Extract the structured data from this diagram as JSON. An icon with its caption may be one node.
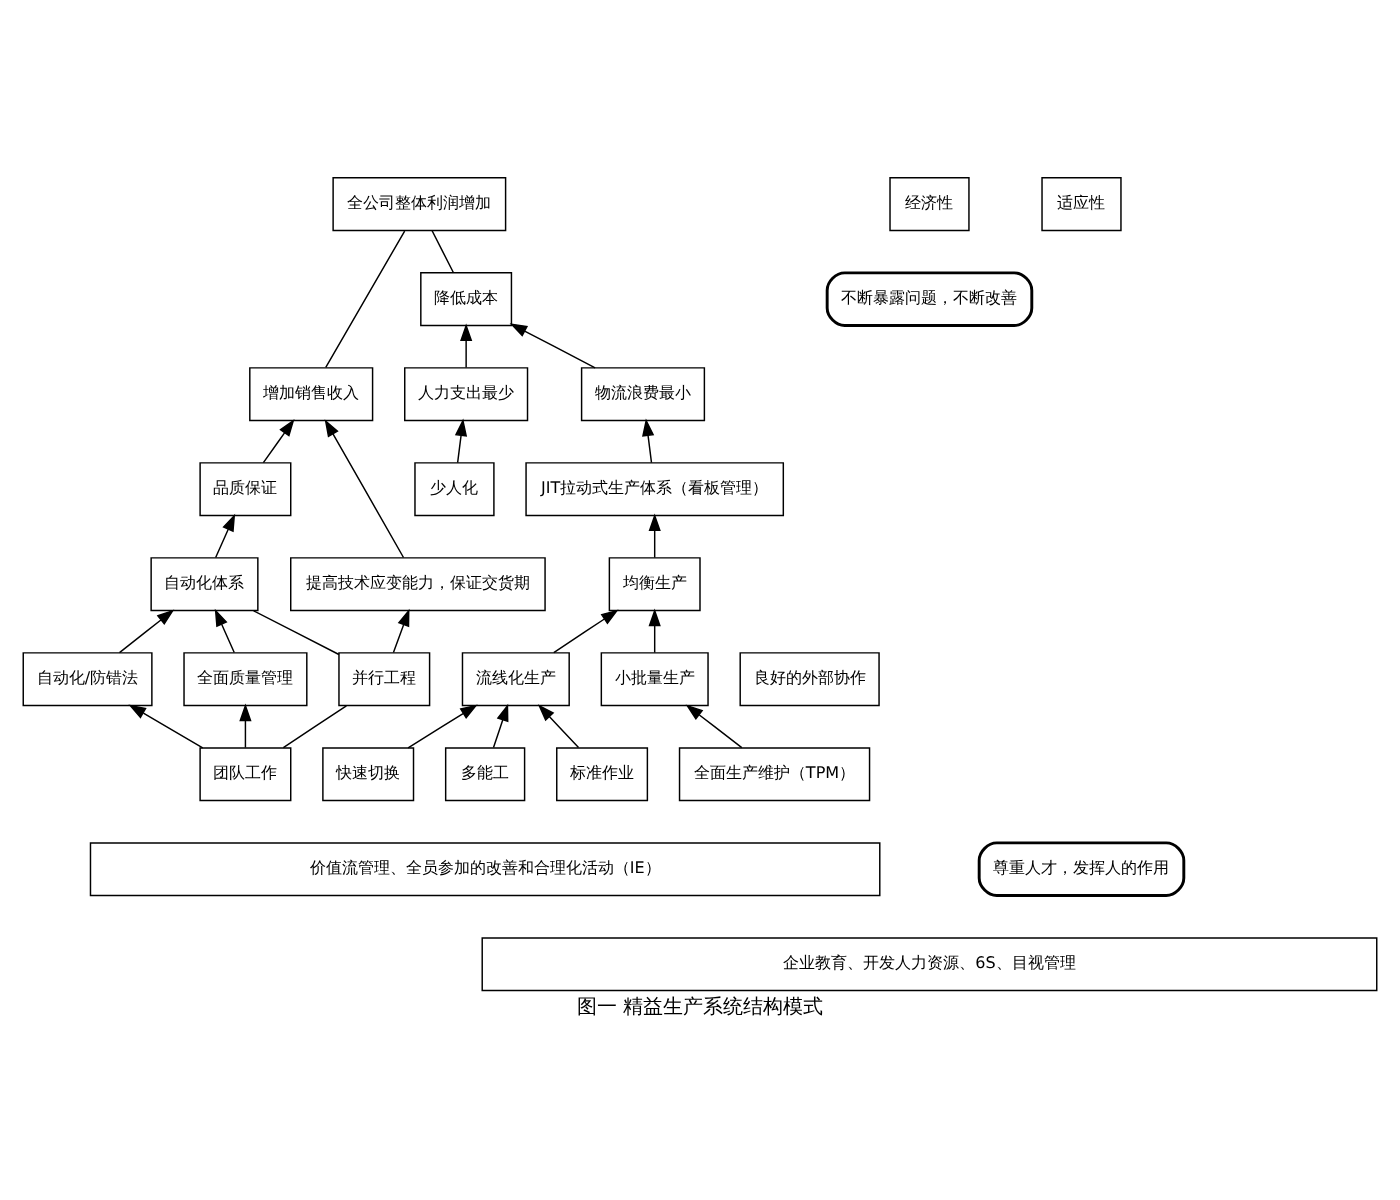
{
  "diagram": {
    "caption": "图一 精益生产系统结构模式",
    "nodes": [
      {
        "text": [
          "经济性"
        ]
      },
      {
        "text": [
          "适应性"
        ]
      },
      {
        "text": [
          "全公司整体利润增加"
        ]
      },
      {
        "text": [
          "降低成本"
        ]
      },
      {
        "text": [
          "增加销售收入"
        ]
      },
      {
        "text": [
          "人力支出最少"
        ]
      },
      {
        "text": [
          "物流浪费最小"
        ]
      },
      {
        "text": [
          "品质保证"
        ]
      },
      {
        "text": [
          "提高技术应变能力，保证交货期"
        ]
      },
      {
        "text": [
          "少人化"
        ]
      },
      {
        "text": [
          "JIT拉动式生产体系（看板管理）"
        ]
      },
      {
        "text": [
          "自动化体系"
        ]
      },
      {
        "text": [
          "均衡生产"
        ]
      },
      {
        "text": [
          "良好的外部协作"
        ]
      },
      {
        "text": [
          "自动化/防错法"
        ]
      },
      {
        "text": [
          "全面质量管理"
        ]
      },
      {
        "text": [
          "并行工程"
        ]
      },
      {
        "text": [
          "流线化生产"
        ]
      },
      {
        "text": [
          "小批量生产"
        ]
      },
      {
        "text": [
          "多能工"
        ]
      },
      {
        "text": [
          "标准作业"
        ]
      },
      {
        "text": [
          "快速切换"
        ]
      },
      {
        "text": [
          "全面生产维护（TPM）"
        ]
      },
      {
        "text": [
          "团队工作"
        ]
      },
      {
        "text": [
          "价值流管理、全员参加的改善和合理化活动（IE）"
        ]
      },
      {
        "text": [
          "企业教育、开发人力资源、6S、目视管理"
        ]
      },
      {
        "text": [
          "不断暴露问题，不断改善"
        ]
      },
      {
        "text": [
          "尊重人才，发挥人的作用"
        ]
      }
    ],
    "edges": [
      {
        "from": 3,
        "to": 2,
        "arrow": "none"
      },
      {
        "from": 4,
        "to": 2,
        "arrow": "none"
      },
      {
        "from": 5,
        "to": 3,
        "arrow": "to"
      },
      {
        "from": 6,
        "to": 3,
        "arrow": "to"
      },
      {
        "from": 7,
        "to": 4,
        "arrow": "to"
      },
      {
        "from": 8,
        "to": 4,
        "arrow": "to"
      },
      {
        "from": 9,
        "to": 5,
        "arrow": "to"
      },
      {
        "from": 10,
        "to": 6,
        "arrow": "to"
      },
      {
        "from": 11,
        "to": 7,
        "arrow": "to"
      },
      {
        "from": 16,
        "to": 8,
        "arrow": "to"
      },
      {
        "from": 16,
        "to": 11,
        "arrow": "none"
      },
      {
        "from": 12,
        "to": 10,
        "arrow": "to"
      },
      {
        "from": 14,
        "to": 11,
        "arrow": "to"
      },
      {
        "from": 15,
        "to": 11,
        "arrow": "to"
      },
      {
        "from": 17,
        "to": 12,
        "arrow": "to"
      },
      {
        "from": 18,
        "to": 12,
        "arrow": "to"
      },
      {
        "from": 19,
        "to": 17,
        "arrow": "to"
      },
      {
        "from": 20,
        "to": 17,
        "arrow": "to"
      },
      {
        "from": 21,
        "to": 17,
        "arrow": "to"
      },
      {
        "from": 22,
        "to": 18,
        "arrow": "to"
      },
      {
        "from": 23,
        "to": 14,
        "arrow": "to"
      },
      {
        "from": 23,
        "to": 15,
        "arrow": "to"
      },
      {
        "from": 23,
        "to": 16,
        "arrow": "none"
      }
    ]
  }
}
